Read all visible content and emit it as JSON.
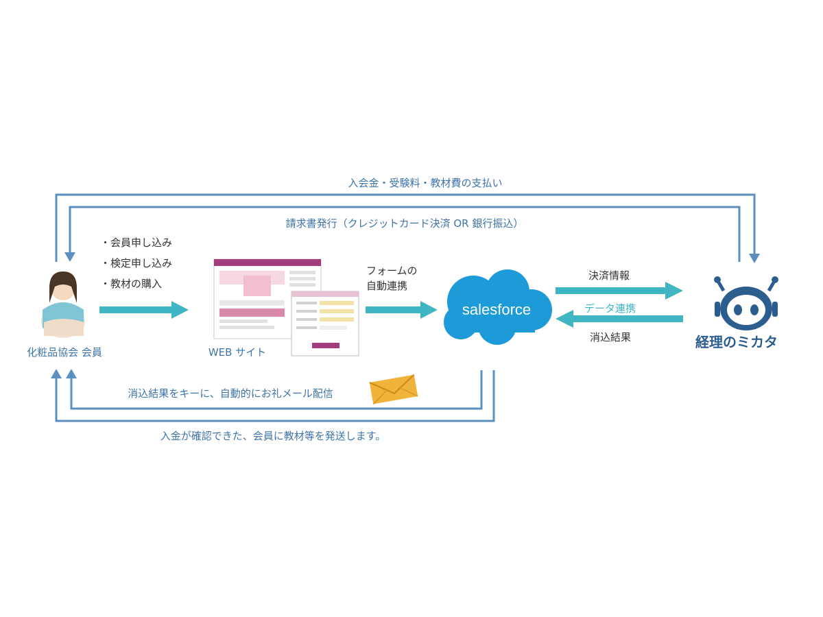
{
  "colors": {
    "line_blue": "#5b8fbf",
    "arrow_teal": "#3fb6c2",
    "salesforce_blue": "#1d9bd8",
    "logo_navy": "#2b5d8e",
    "envelope": "#f0b43a"
  },
  "labels": {
    "top_payment": "入会金・受験料・教材費の支払い",
    "invoice": "請求書発行（クレジットカード決済 OR 銀行振込）",
    "member_actions": [
      "・会員申し込み",
      "・検定申し込み",
      "・教材の購入"
    ],
    "member": "化粧品協会 会員",
    "website": "WEB サイト",
    "form_link_1": "フォームの",
    "form_link_2": "自動連携",
    "salesforce": "salesforce",
    "payment_info": "決済情報",
    "data_link": "データ連携",
    "reconcile_result": "消込結果",
    "logo": "経理のミカタ",
    "thank_you_mail": "消込結果をキーに、自動的にお礼メール配信",
    "ship_materials": "入金が確認できた、会員に教材等を発送します。"
  },
  "icons": {
    "member": "person-icon",
    "website": "website-screenshot-icon",
    "salesforce": "salesforce-cloud-icon",
    "logo": "robot-headset-icon",
    "mail": "envelope-icon"
  }
}
